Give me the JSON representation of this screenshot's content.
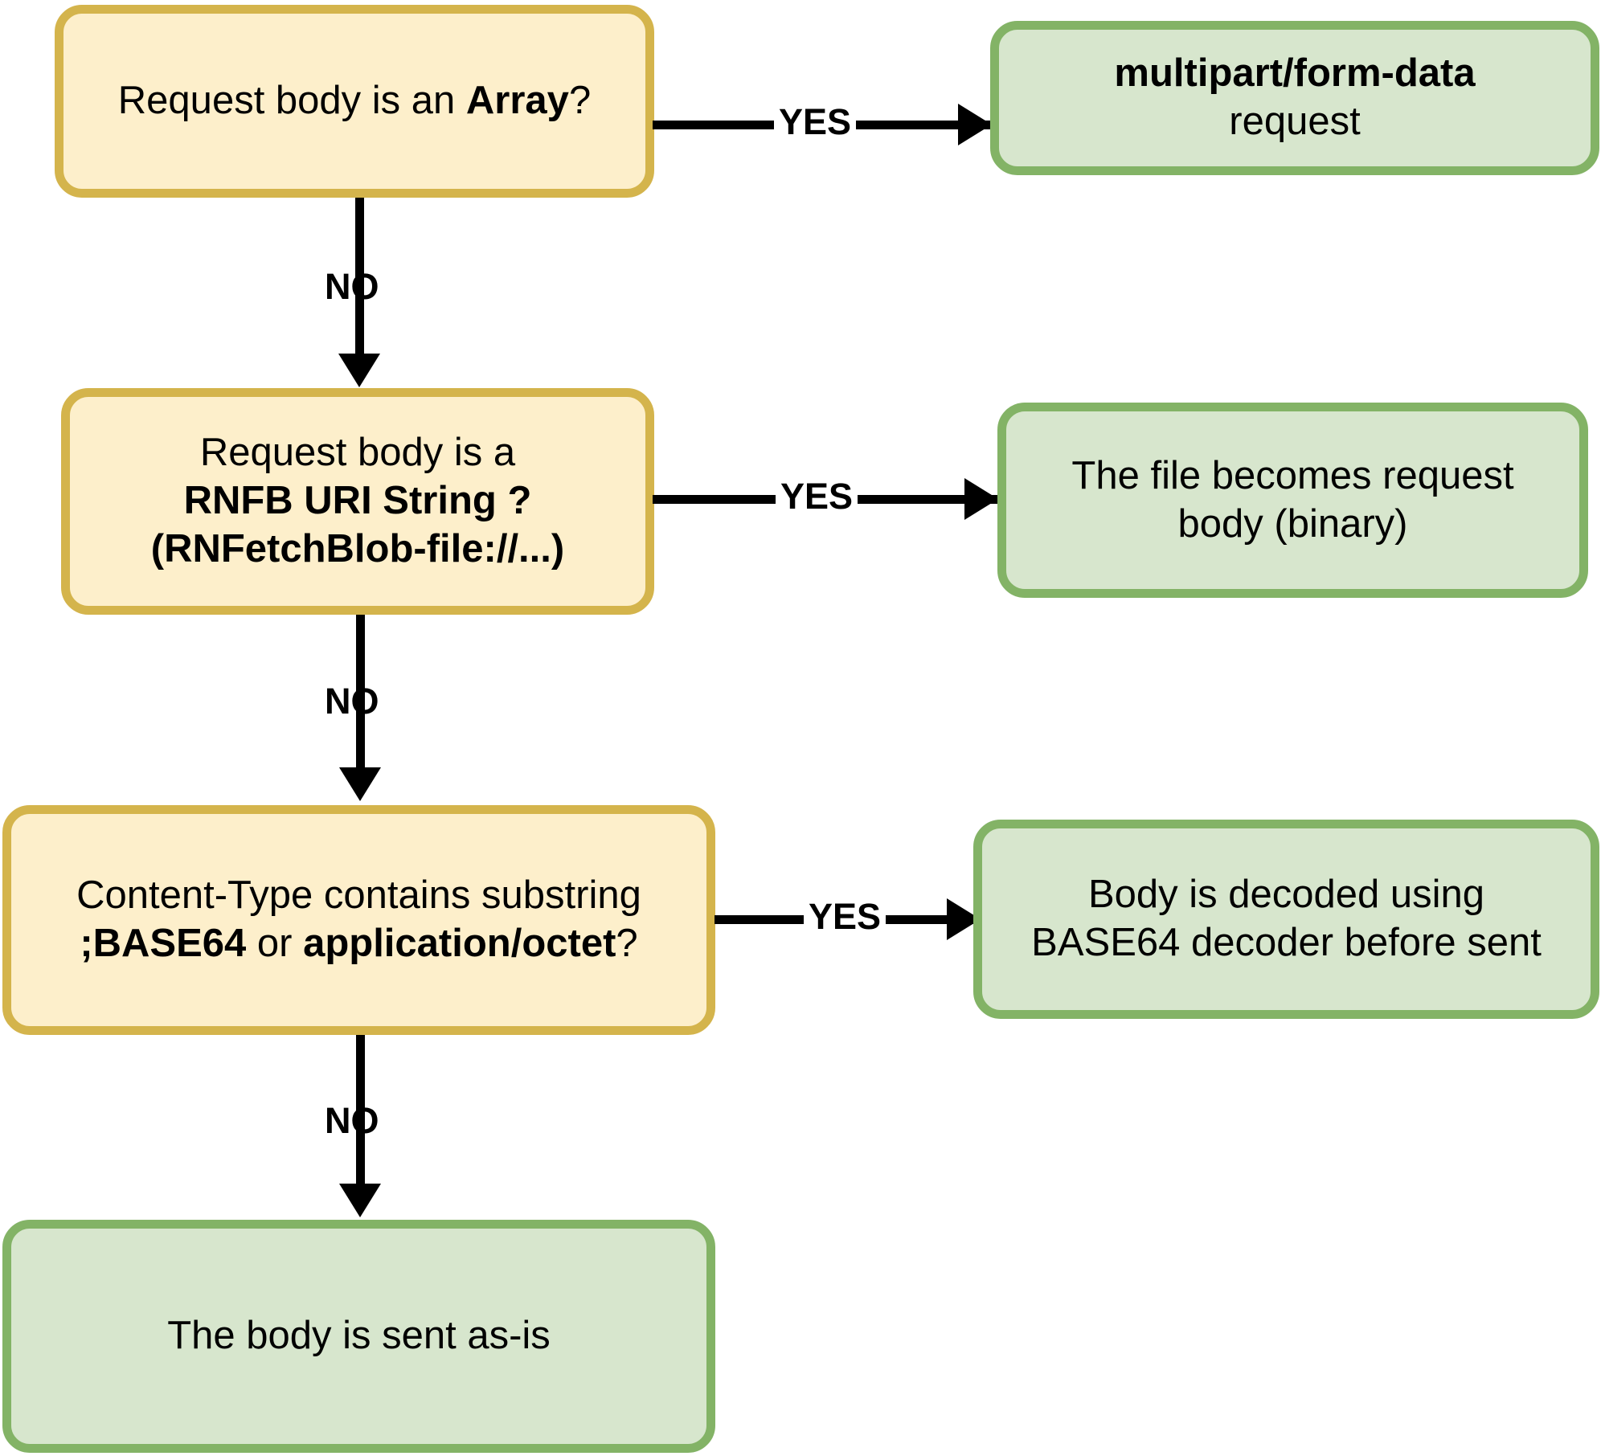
{
  "diagram": {
    "title": "RNFetchBlob request body handling flowchart",
    "colors": {
      "decision_fill": "#FDEFCB",
      "decision_border": "#D4B44C",
      "outcome_fill": "#D7E6CD",
      "outcome_border": "#83B366",
      "connector": "#000000",
      "background": "#FFFFFF"
    },
    "nodes": [
      {
        "id": "q1",
        "type": "decision",
        "line1_pre": "Request body is an ",
        "line1_strong": "Array",
        "line1_post": "?"
      },
      {
        "id": "a1",
        "type": "outcome",
        "line1_strong": "multipart/form-data",
        "line2": "request"
      },
      {
        "id": "q2",
        "type": "decision",
        "line1": "Request body is a",
        "line2_strong": "RNFB URI String ?",
        "line3_strong": "(RNFetchBlob-file://...)"
      },
      {
        "id": "a2",
        "type": "outcome",
        "line1": "The file becomes request",
        "line2": "body (binary)"
      },
      {
        "id": "q3",
        "type": "decision",
        "line1": "Content-Type contains substring",
        "line2_strong_a": ";BASE64",
        "line2_mid": " or ",
        "line2_strong_b": "application/octet",
        "line2_post": "?"
      },
      {
        "id": "a3",
        "type": "outcome",
        "line1": "Body is decoded using",
        "line2": "BASE64 decoder before sent"
      },
      {
        "id": "a4",
        "type": "outcome",
        "line1": "The body is sent as-is"
      }
    ],
    "edges": [
      {
        "id": "e1",
        "from": "q1",
        "to": "a1",
        "label": "YES",
        "direction": "right"
      },
      {
        "id": "e2",
        "from": "q1",
        "to": "q2",
        "label": "NO",
        "direction": "down"
      },
      {
        "id": "e3",
        "from": "q2",
        "to": "a2",
        "label": "YES",
        "direction": "right"
      },
      {
        "id": "e4",
        "from": "q2",
        "to": "q3",
        "label": "NO",
        "direction": "down"
      },
      {
        "id": "e5",
        "from": "q3",
        "to": "a3",
        "label": "YES",
        "direction": "right"
      },
      {
        "id": "e6",
        "from": "q3",
        "to": "a4",
        "label": "NO",
        "direction": "down"
      }
    ]
  }
}
